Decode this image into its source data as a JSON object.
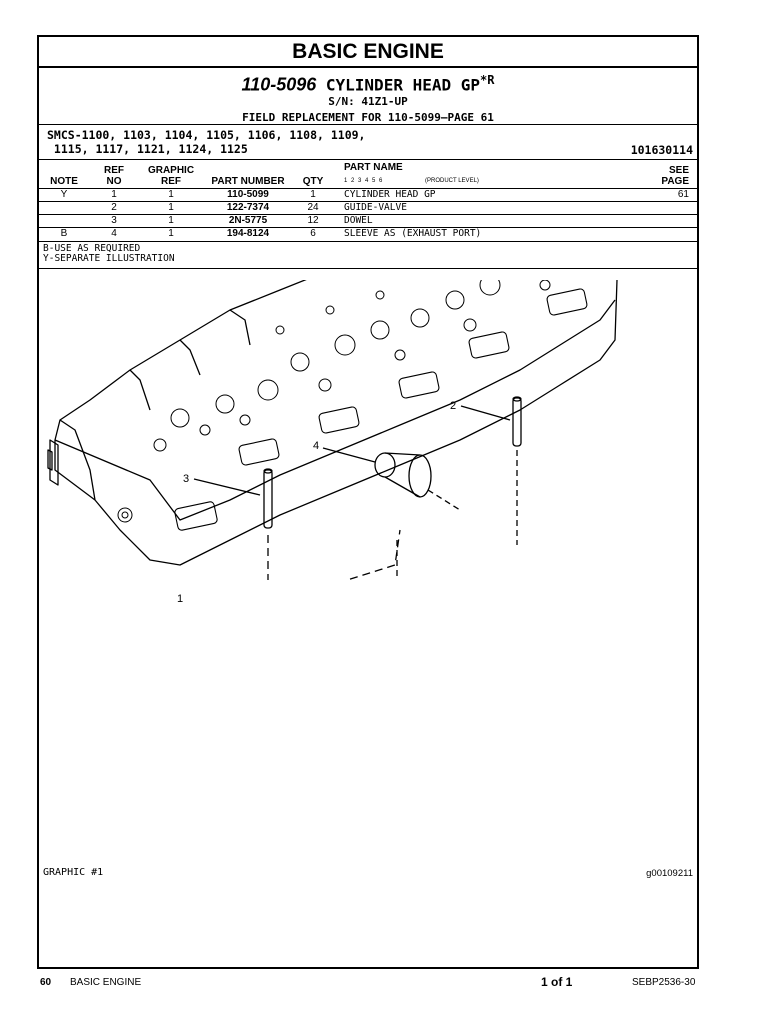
{
  "page_title": "BASIC ENGINE",
  "group": {
    "number": "110-5096",
    "name": "CYLINDER HEAD GP",
    "suffix": "*R",
    "serial": "S/N: 41Z1-UP",
    "field_replacement": "FIELD REPLACEMENT FOR 110-5099—PAGE 61"
  },
  "smcs": {
    "line1": "SMCS-1100, 1103, 1104, 1105, 1106, 1108, 1109,",
    "line2": " 1115, 1117, 1121, 1124, 1125"
  },
  "doc_number": "101630114",
  "headers": {
    "note": "NOTE",
    "ref_top": "REF",
    "ref_bottom": "NO",
    "graphic_top": "GRAPHIC",
    "graphic_bottom": "REF",
    "part_number": "PART NUMBER",
    "qty": "QTY",
    "part_name": "PART NAME",
    "product_levels": "1  2  3  4  5  6",
    "product_level": "(PRODUCT LEVEL)",
    "see_top": "SEE",
    "see_bottom": "PAGE"
  },
  "rows": [
    {
      "note": "Y",
      "ref": "1",
      "graphic": "1",
      "part_number": "110-5099",
      "qty": "1",
      "name": "CYLINDER HEAD GP",
      "see": "61"
    },
    {
      "note": "",
      "ref": "2",
      "graphic": "1",
      "part_number": "122-7374",
      "qty": "24",
      "name": "GUIDE-VALVE",
      "see": ""
    },
    {
      "note": "",
      "ref": "3",
      "graphic": "1",
      "part_number": "2N-5775",
      "qty": "12",
      "name": "DOWEL",
      "see": ""
    },
    {
      "note": "B",
      "ref": "4",
      "graphic": "1",
      "part_number": "194-8124",
      "qty": "6",
      "name": "SLEEVE AS (EXHAUST PORT)",
      "see": ""
    }
  ],
  "notes": [
    "B-USE AS REQUIRED",
    "Y-SEPARATE ILLUSTRATION"
  ],
  "callouts": [
    "1",
    "2",
    "3",
    "4"
  ],
  "graphic_label": "GRAPHIC #1",
  "graphic_id": "g00109211",
  "footer": {
    "page_number": "60",
    "section": "BASIC ENGINE",
    "page_of": "1 of 1",
    "doc_code": "SEBP2536-30"
  }
}
